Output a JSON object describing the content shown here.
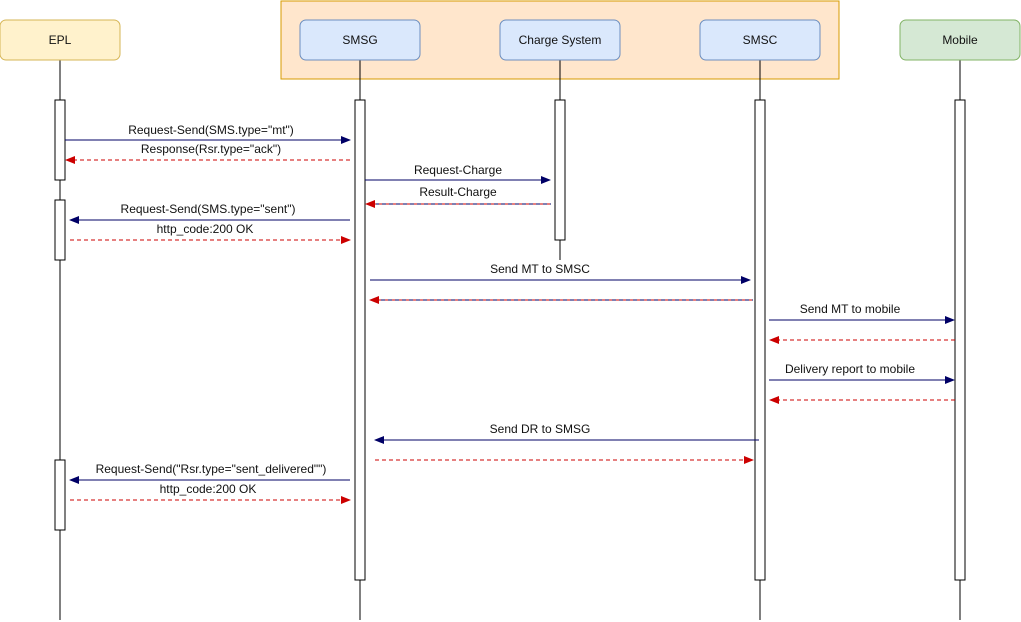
{
  "participants": {
    "epl": "EPL",
    "smsg": "SMSG",
    "charge": "Charge System",
    "smsc": "SMSC",
    "mobile": "Mobile"
  },
  "messages": {
    "m1": "Request-Send(SMS.type=\"mt\")",
    "m2": "Response(Rsr.type=\"ack\")",
    "m3": "Request-Charge",
    "m4": "Result-Charge",
    "m5": "Request-Send(SMS.type=\"sent\")",
    "m6": "http_code:200 OK",
    "m7": "Send MT to SMSC",
    "m8": "",
    "m9": "Send MT to mobile",
    "m10": "",
    "m11": "Delivery report to mobile",
    "m12": "",
    "m13": "Send DR to SMSG",
    "m14": "",
    "m15": "Request-Send(\"Rsr.type=\"sent_delivered\"\")",
    "m16": "http_code:200 OK"
  },
  "colors": {
    "request_arrow": "#000066",
    "response_arrow": "#cc0000",
    "epl_fill": "#fff2cc",
    "epl_stroke": "#d6b656",
    "system_fill": "#dae8fc",
    "system_stroke": "#6c8ebf",
    "group_fill": "#ffe6cc",
    "group_stroke": "#d79b00",
    "mobile_fill": "#d5e8d4",
    "mobile_stroke": "#82b366"
  }
}
